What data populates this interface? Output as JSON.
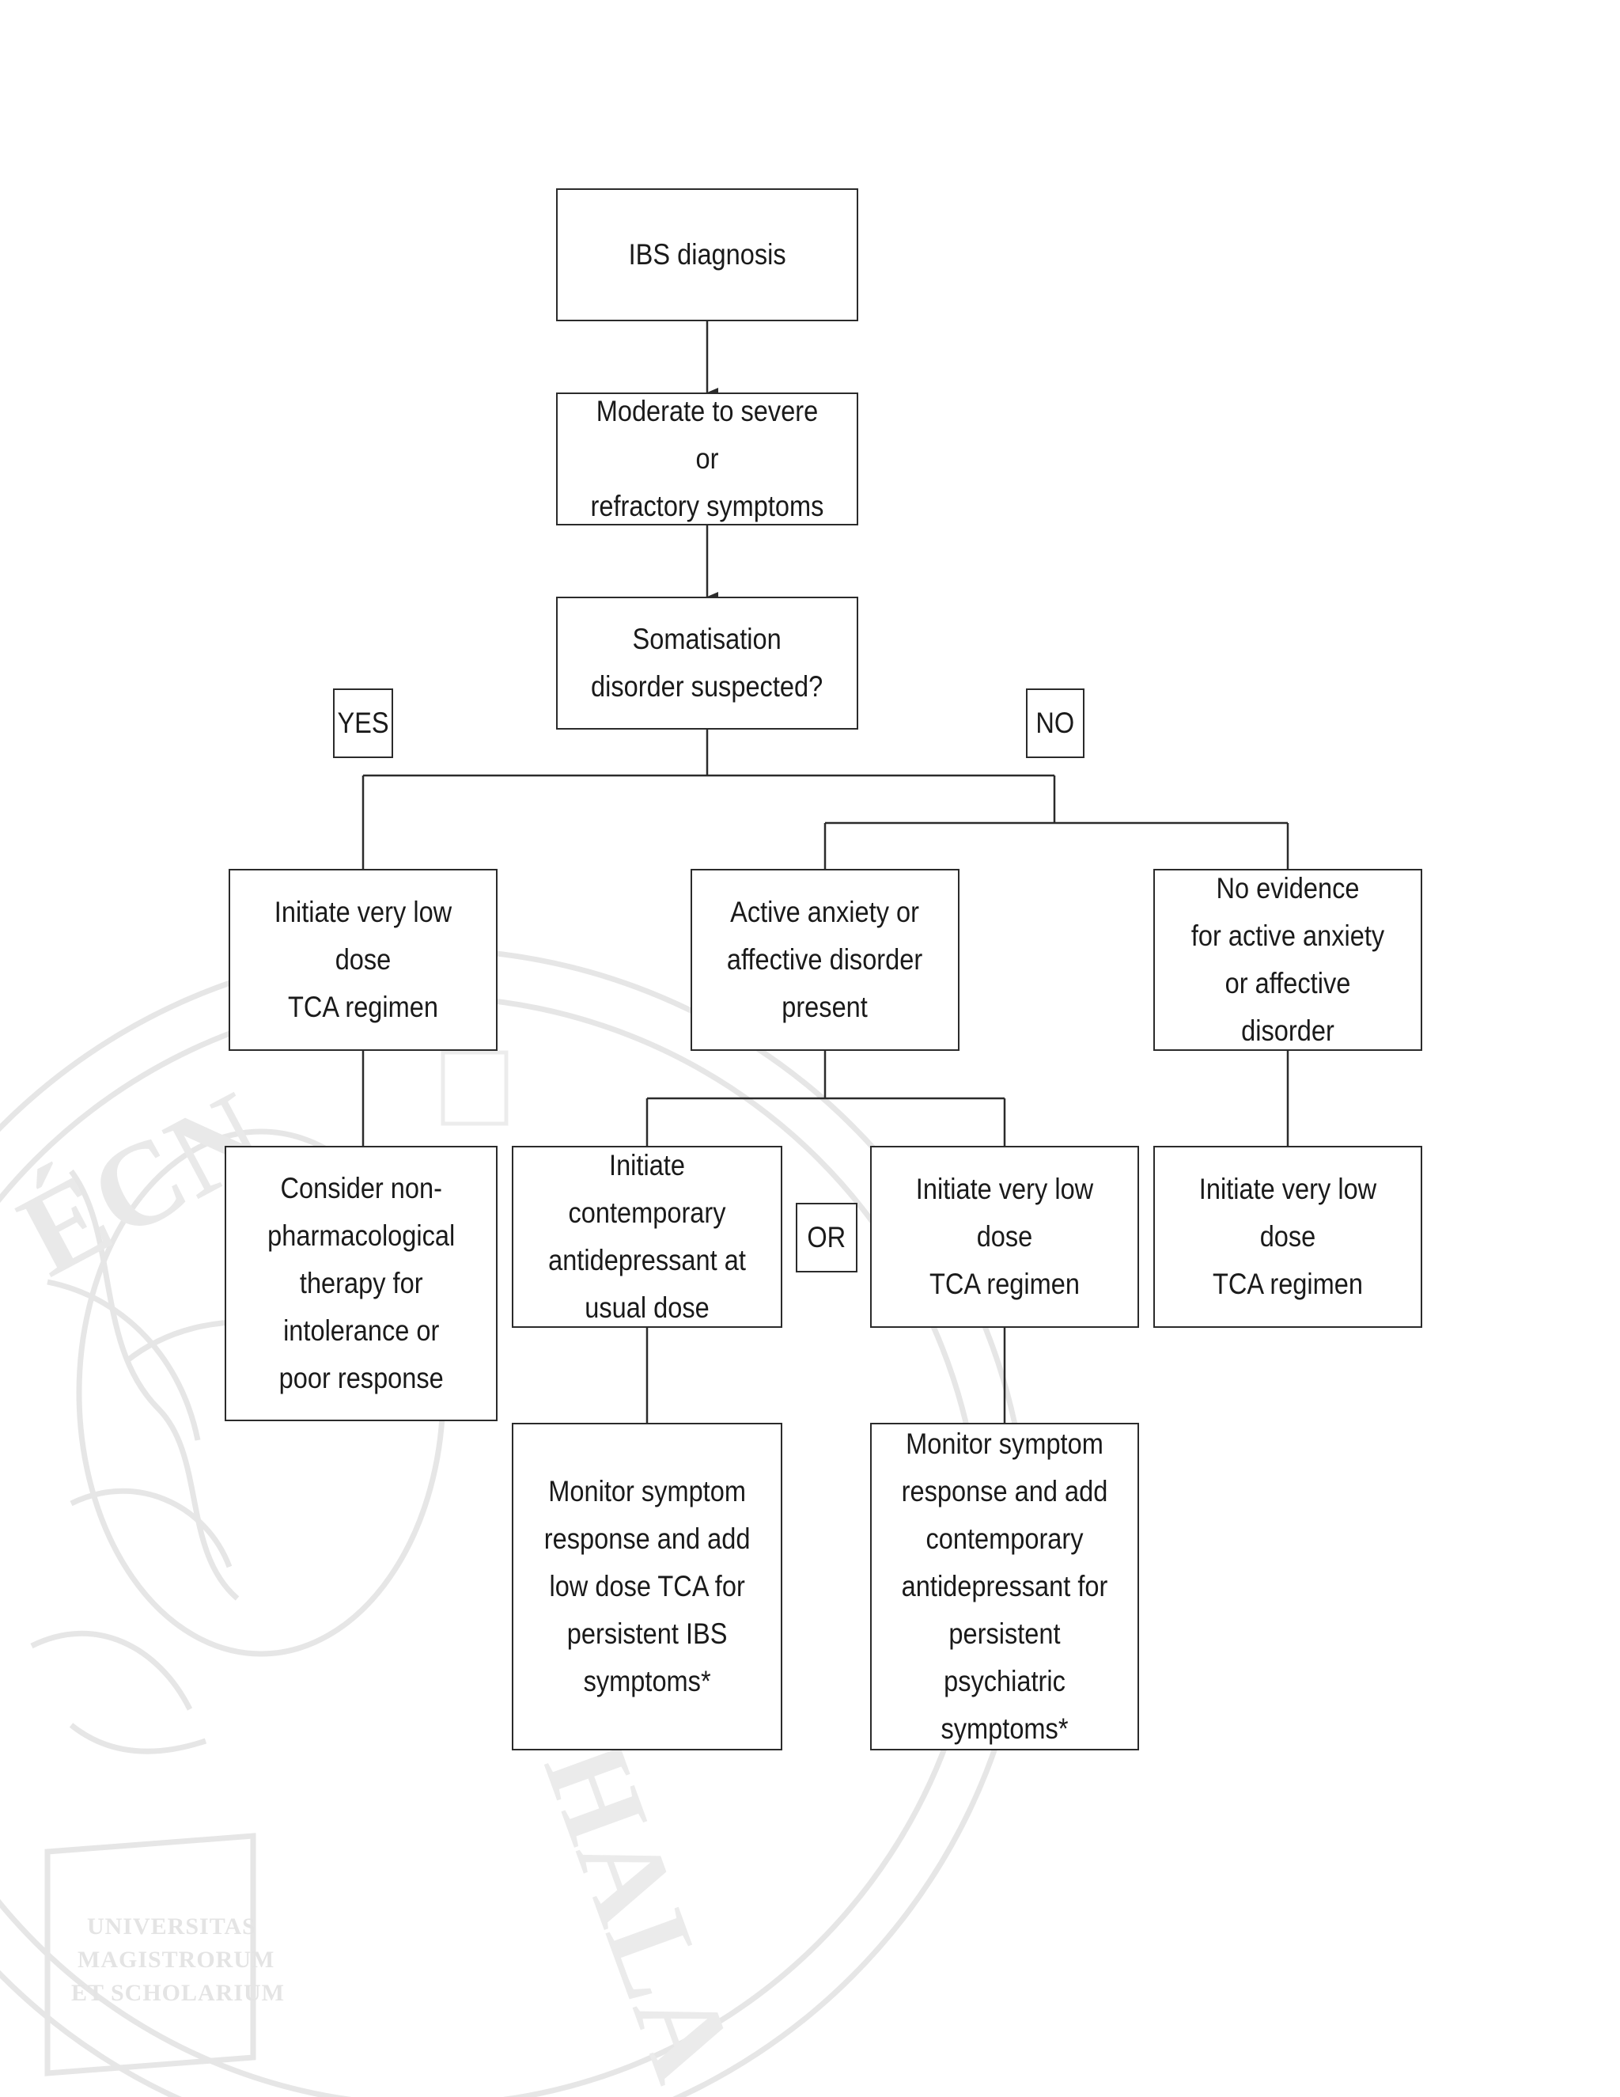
{
  "watermark": {
    "seal_lines": [
      "UNIVERSITAS",
      "MAGISTRORUM",
      "ET SCHOLARIUM"
    ],
    "seal_partial_left": "ÉCN",
    "seal_partial_bottom": "HALA"
  },
  "flowchart": {
    "ibs_diagnosis": "IBS diagnosis",
    "moderate_severe": "Moderate to severe or\nrefractory symptoms",
    "somatisation": "Somatisation\ndisorder suspected?",
    "yes_label": "YES",
    "no_label": "NO",
    "yes_tca": "Initiate very low dose\nTCA regimen",
    "active_anxiety": "Active anxiety or\naffective disorder\npresent",
    "no_evidence": "No evidence\nfor active anxiety\nor affective disorder",
    "non_pharma": "Consider non-\npharmacological\ntherapy for\nintolerance or\npoor response",
    "contemporary": "Initiate contemporary\nantidepressant at\nusual dose",
    "or_label": "OR",
    "mid_tca": "Initiate very low dose\nTCA regimen",
    "right_tca": "Initiate very low dose\nTCA regimen",
    "monitor_ibs": "Monitor symptom\nresponse and add\nlow dose TCA for\npersistent IBS\nsymptoms*",
    "monitor_psych": "Monitor symptom\nresponse and add\ncontemporary\nantidepressant for\npersistent psychiatric\nsymptoms*"
  }
}
